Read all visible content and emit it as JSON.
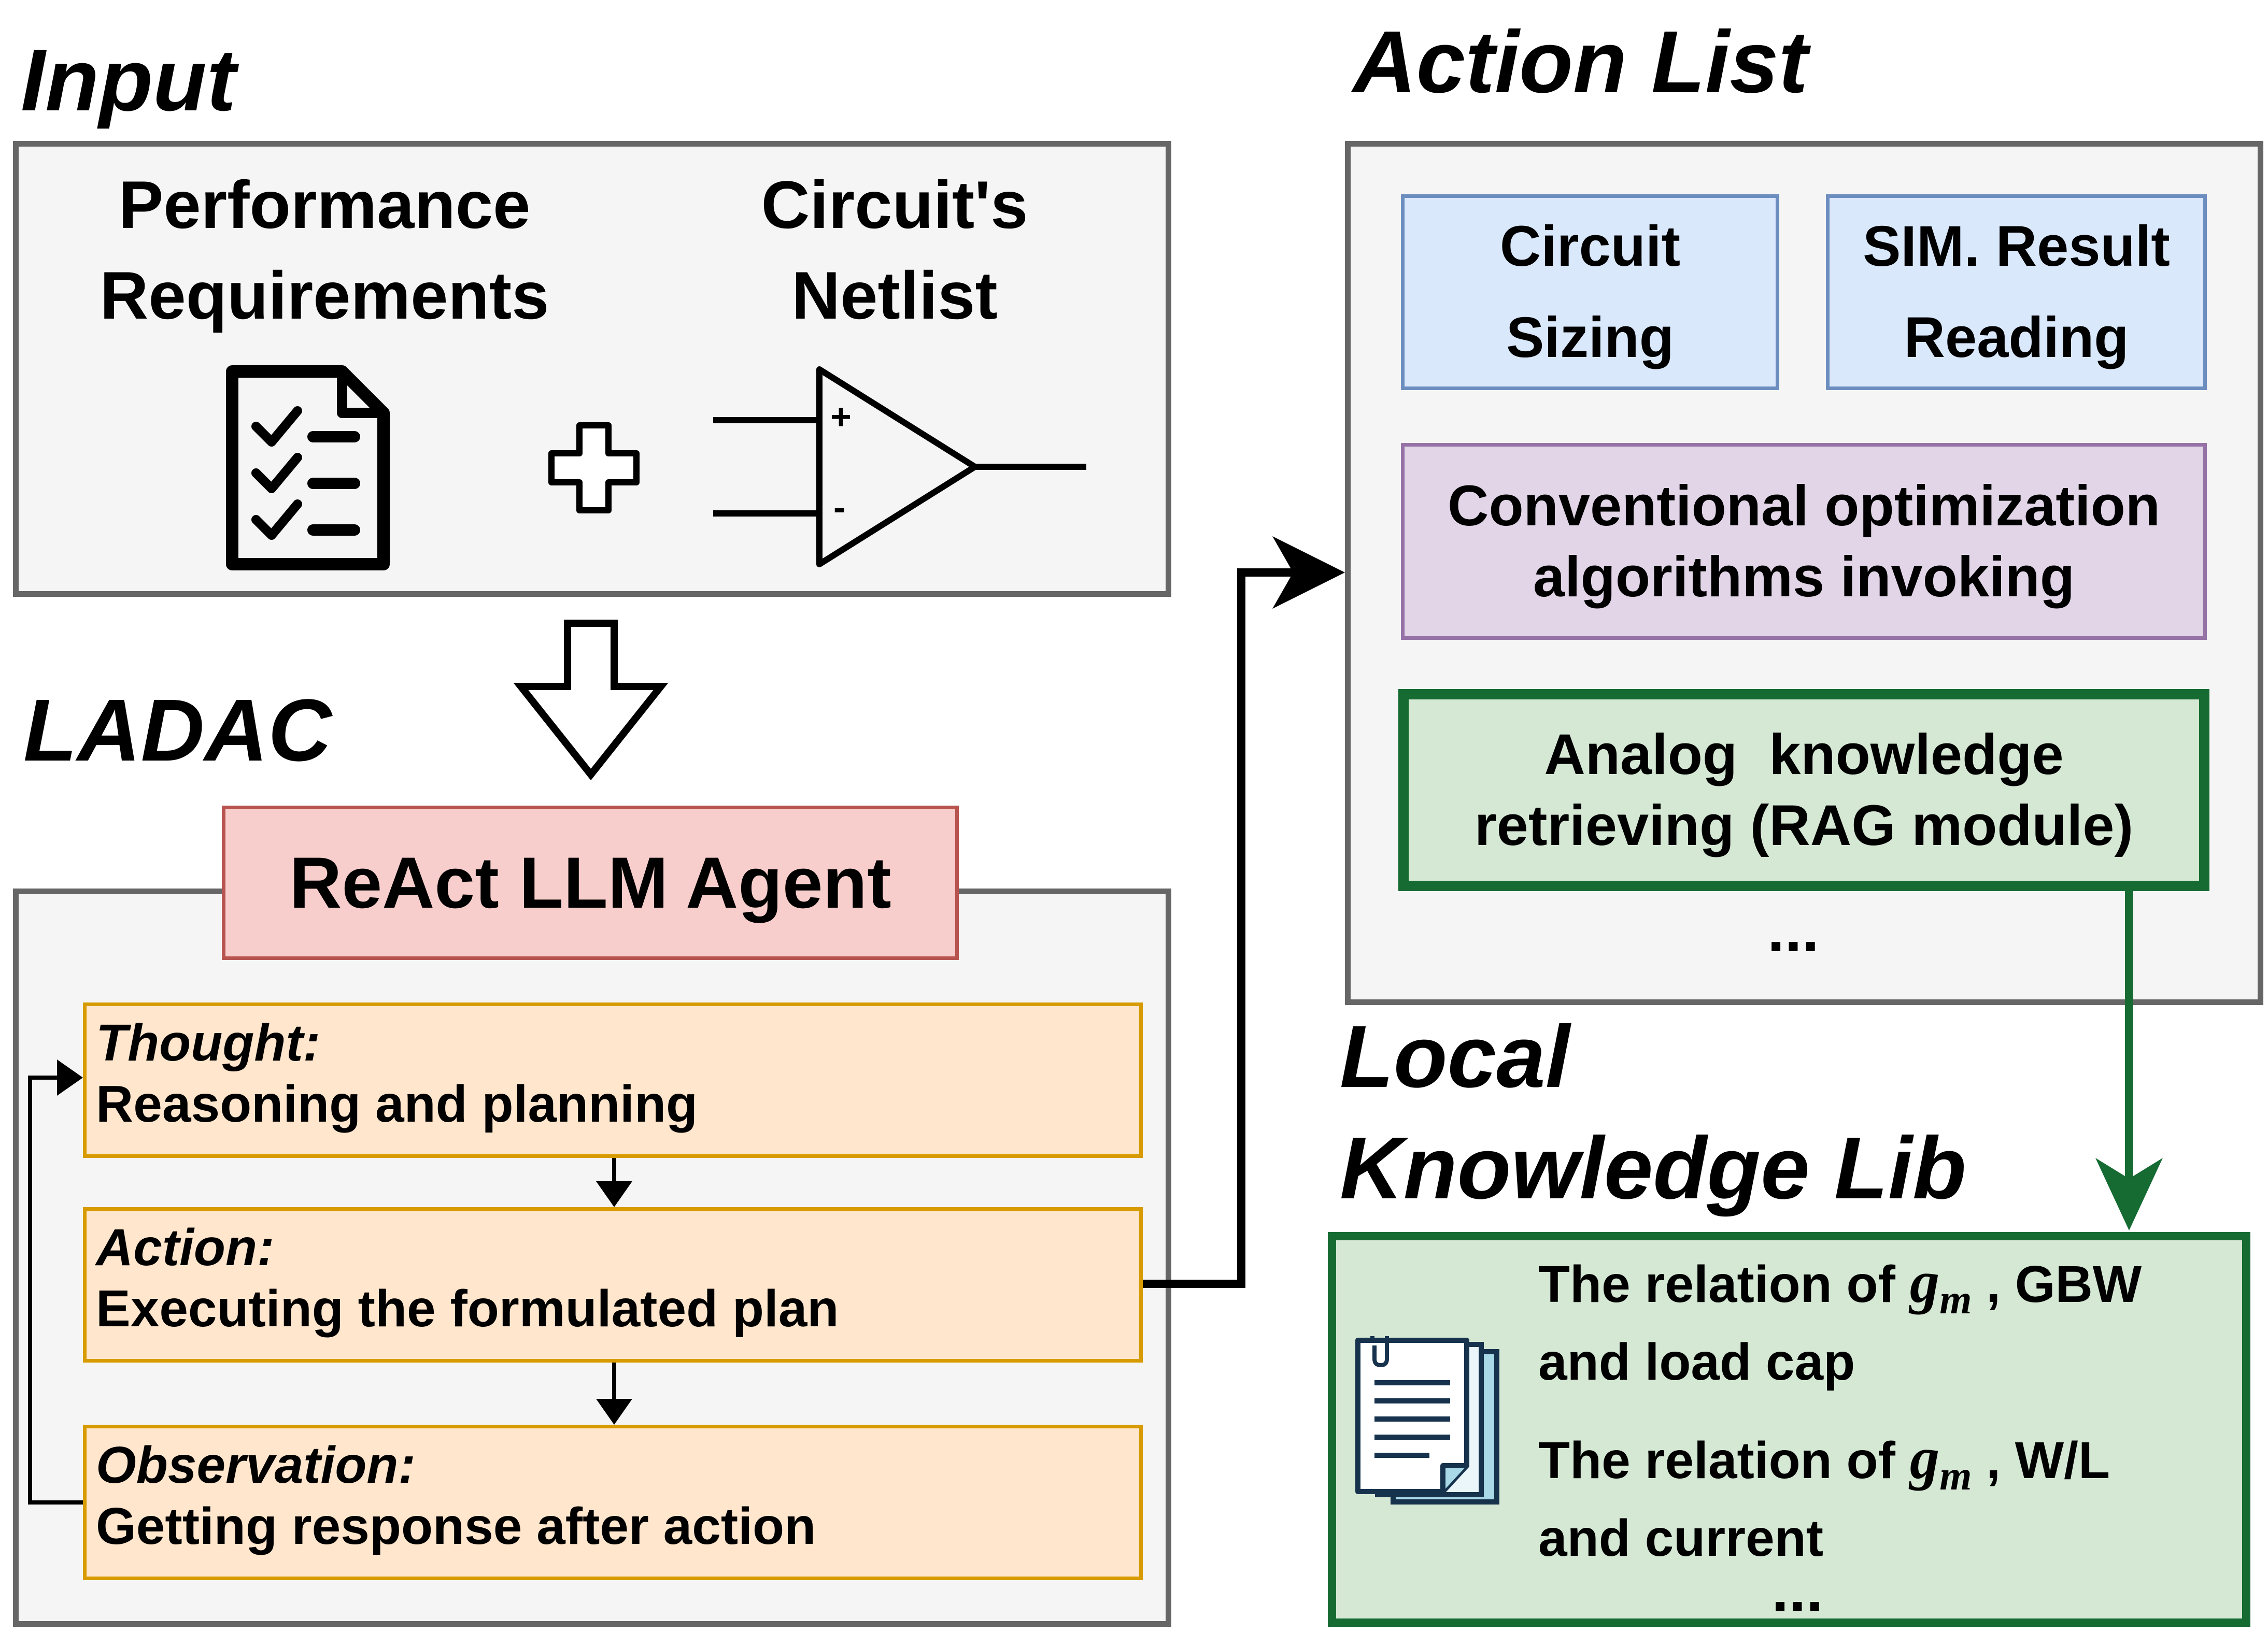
{
  "input_section": {
    "title": "Input",
    "performance_label_line1": "Performance",
    "performance_label_line2": "Requirements",
    "netlist_label_line1": "Circuit's",
    "netlist_label_line2": "Netlist",
    "plus_symbol": "+",
    "opamp_plus": "+",
    "opamp_minus": "-",
    "icons": [
      "checklist-document-icon",
      "plus-icon",
      "op-amp-icon"
    ]
  },
  "ladac_section": {
    "title": "LADAC",
    "agent_label": "ReAct LLM Agent",
    "steps": [
      {
        "label": "Thought:",
        "text": "Reasoning and planning"
      },
      {
        "label": "Action:",
        "text": "Executing the formulated plan"
      },
      {
        "label": "Observation:",
        "text": "Getting response after action"
      }
    ]
  },
  "action_list": {
    "title": "Action List",
    "sizing_line1": "Circuit",
    "sizing_line2": "Sizing",
    "sim_line1": "SIM. Result",
    "sim_line2": "Reading",
    "optimization_line1": "Conventional optimization",
    "optimization_line2": "algorithms invoking",
    "rag_line1": "Analog  knowledge",
    "rag_line2": "retrieving (RAG module)",
    "ellipsis": "..."
  },
  "knowledge_lib": {
    "title_line1": "Local",
    "title_line2": "Knowledge Lib",
    "items": [
      {
        "prefix": "The relation of ",
        "symbol": "g",
        "subscript": "m",
        "suffix": " , GBW",
        "line2": "and load cap"
      },
      {
        "prefix": "The relation of ",
        "symbol": "g",
        "subscript": "m",
        "suffix": " , W/L",
        "line2": "and current"
      }
    ],
    "ellipsis": "...",
    "icon": "documents-icon"
  },
  "colors": {
    "gray_border": "#666666",
    "gray_fill": "#f5f5f5",
    "blue_fill": "#dae8fc",
    "purple_fill": "#e1d5e7",
    "green_fill": "#d5e8d4",
    "green_border": "#156b32",
    "red_fill": "#f8cecc",
    "orange_fill": "#ffe6cc",
    "orange_border": "#d79b00"
  }
}
